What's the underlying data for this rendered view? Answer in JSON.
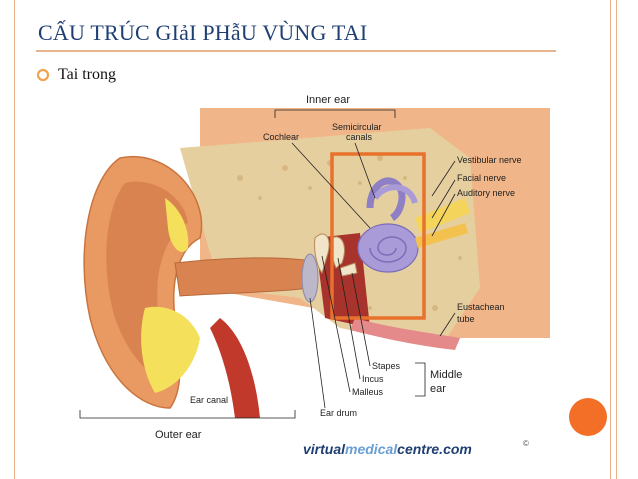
{
  "slide": {
    "title": "CẤU TRÚC GIảI PHẫU VÙNG TAI",
    "bullet": "Tai trong"
  },
  "diagram": {
    "inner_ear": "Inner ear",
    "cochlear": "Cochlear",
    "semicircular_line1": "Semicircular",
    "semicircular_line2": "canals",
    "vestibular_nerve": "Vestibular nerve",
    "facial_nerve": "Facial  nerve",
    "auditory_nerve": "Auditory nerve",
    "eustachean_line1": "Eustachean",
    "eustachean_line2": "tube",
    "stapes": "Stapes",
    "incus": "Incus",
    "malleus": "Malleus",
    "middle_line1": "Middle",
    "middle_line2": "ear",
    "ear_canal": "Ear canal",
    "ear_drum": "Ear drum",
    "outer_ear": "Outer ear",
    "credit_a": "virtual",
    "credit_b": "medical",
    "credit_c": "centre.com"
  },
  "colors": {
    "title": "#1f3f73",
    "accent": "#f36e27",
    "rule": "#e8b48f",
    "skin": "#e99a62",
    "bone": "#e6cf9e",
    "cochlea": "#a99bd8",
    "highlight_box": "#e8712b"
  }
}
